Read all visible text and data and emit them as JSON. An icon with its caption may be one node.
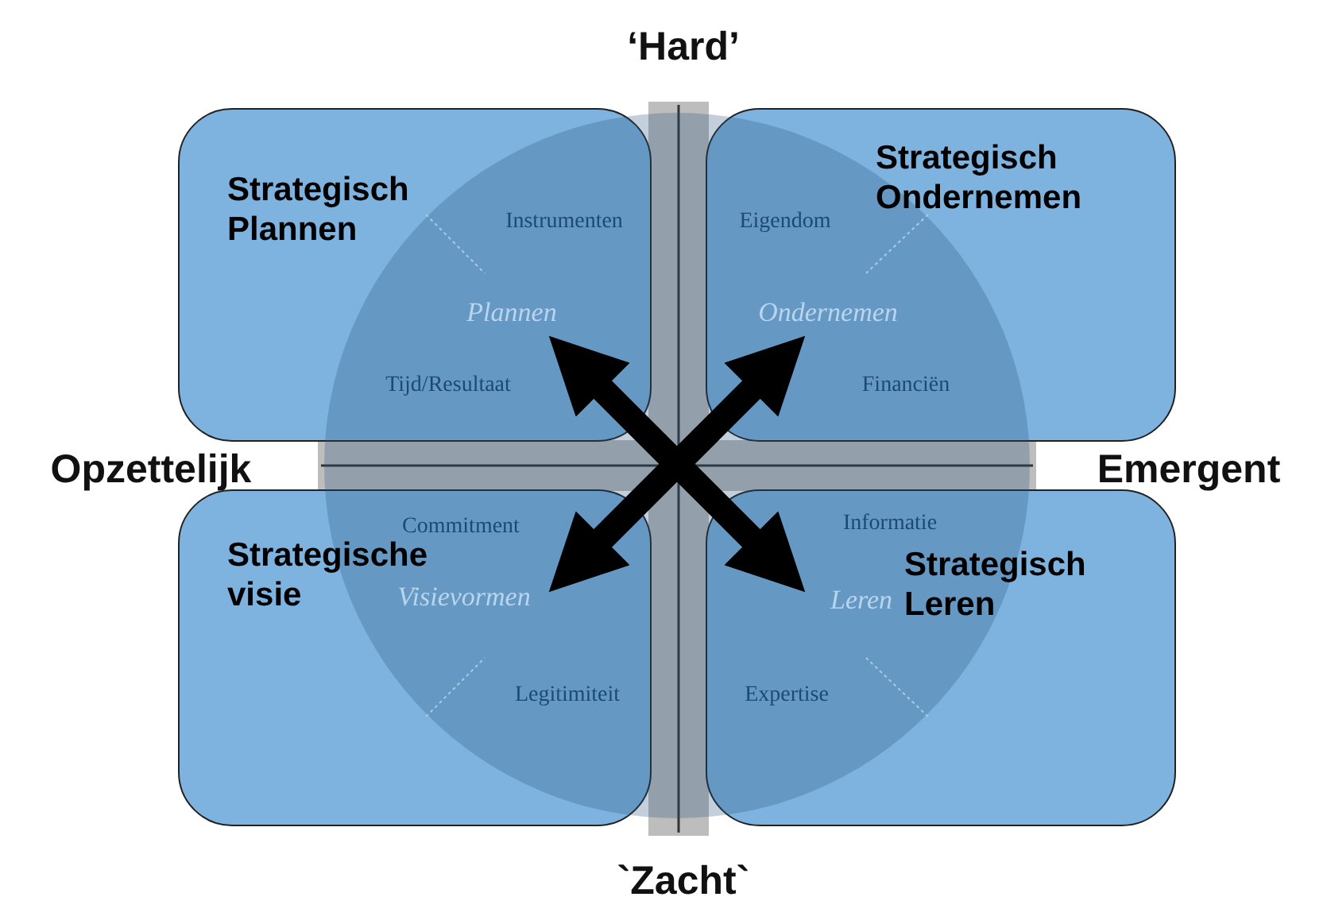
{
  "diagram": {
    "nodes": [
      {
        "text": [
          "Strategisch Plannen"
        ]
      },
      {
        "text": [
          "Strategisch Ondernemen"
        ]
      },
      {
        "text": [
          "Strategische visie"
        ]
      },
      {
        "text": [
          "Strategisch Leren"
        ]
      }
    ],
    "edges": [
      {
        "from": 0,
        "to": 3,
        "arrow": "both"
      },
      {
        "from": 1,
        "to": 2,
        "arrow": "both"
      }
    ],
    "labels": [
      "‘Hard’",
      "Opzettelijk",
      "Emergent",
      "`Zacht`",
      "Instrumenten",
      "Plannen",
      "Tijd/Resultaat",
      "Eigendom",
      "Ondernemen",
      "Financiën",
      "Commitment",
      "Visievormen",
      "Legitimiteit",
      "Informatie",
      "Leren",
      "Expertise"
    ]
  }
}
